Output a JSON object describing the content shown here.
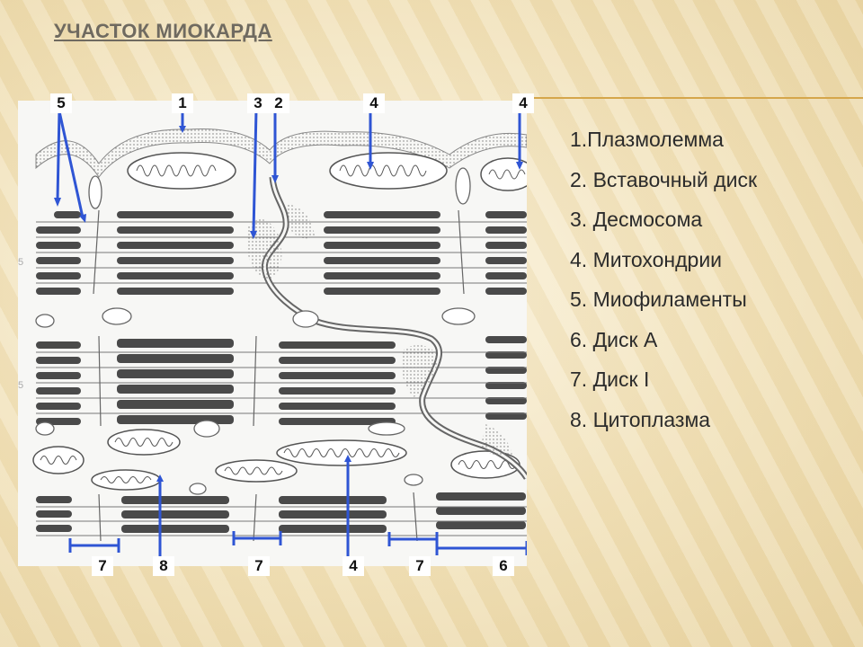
{
  "slide": {
    "title": "УЧАСТОК МИОКАРДА"
  },
  "figure": {
    "top_labels": [
      "5",
      "1",
      "3",
      "2",
      "4",
      "4"
    ],
    "bottom_labels": [
      "7",
      "8",
      "7",
      "4",
      "7",
      "6"
    ],
    "side_labels": [
      "5",
      "5"
    ]
  },
  "legend": [
    "1.Плазмолемма",
    "2. Вставочный диск",
    "3. Десмосома",
    "4. Митохондрии",
    "5. Миофиламенты",
    "6. Диск А",
    "7. Диск I",
    "8. Цитоплазма"
  ],
  "colors": {
    "arrow": "#2f55d4",
    "filament": "#4a4a4a",
    "accent_rule": "#d5a64b"
  }
}
